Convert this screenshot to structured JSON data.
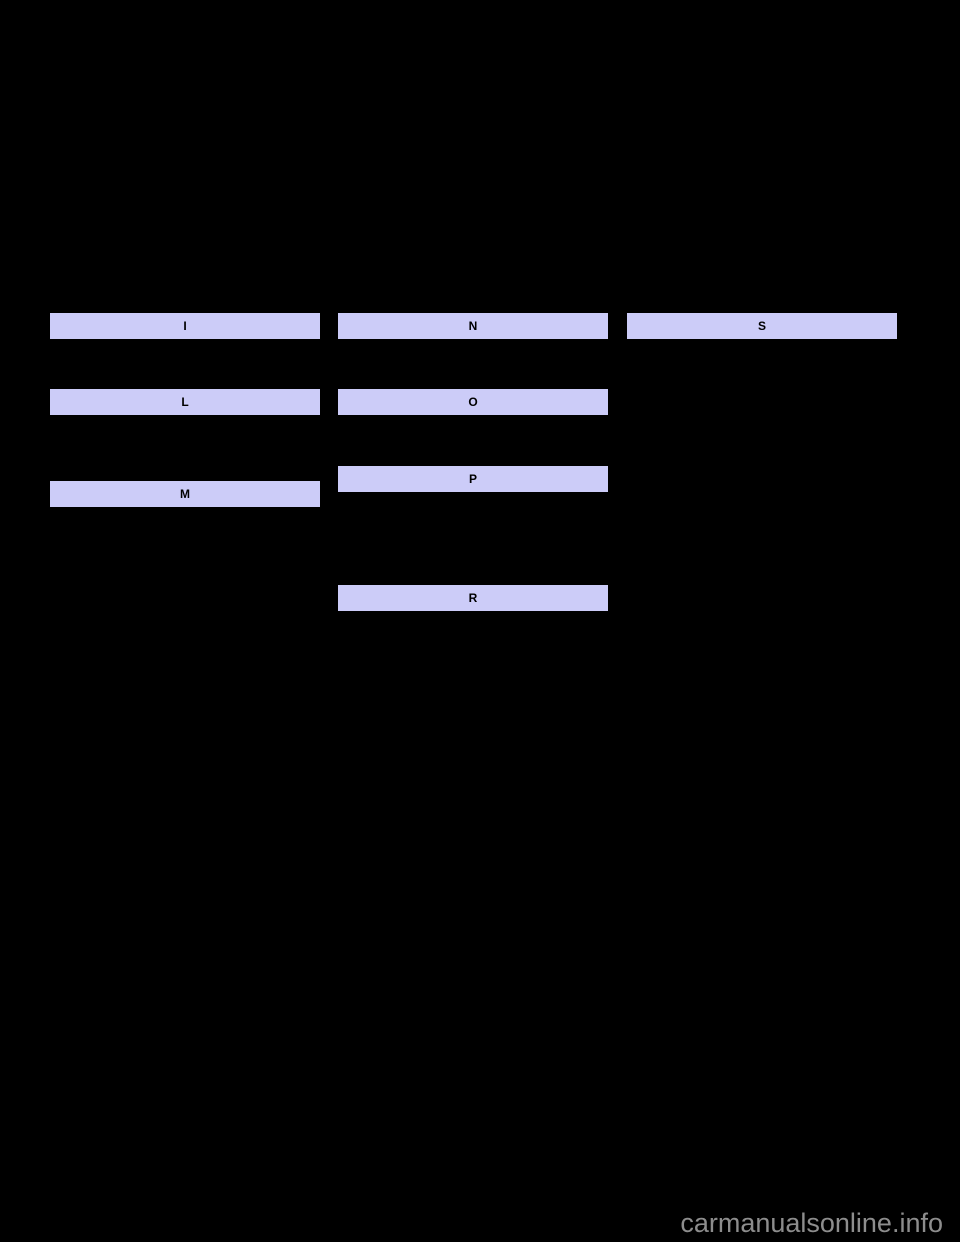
{
  "page": {
    "background": "#000000",
    "description": "Car manual alphabetical index page with section letter bars"
  },
  "colors": {
    "bar_fill": "#ccccf8",
    "bar_text": "#000000",
    "watermark_text": "#8d8d8d"
  },
  "index": {
    "bars": [
      {
        "label": "I"
      },
      {
        "label": "L"
      },
      {
        "label": "M"
      },
      {
        "label": "N"
      },
      {
        "label": "O"
      },
      {
        "label": "P"
      },
      {
        "label": "R"
      },
      {
        "label": "S"
      }
    ]
  },
  "watermark": {
    "text": "carmanualsonline.info"
  }
}
